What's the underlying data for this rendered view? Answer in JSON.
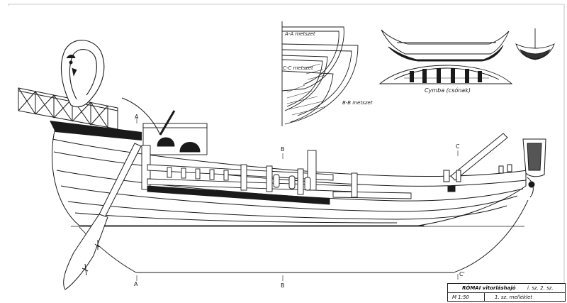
{
  "diagram": {
    "section_labels": {
      "aa": "A-A metszet",
      "cc": "C-C metszet",
      "bb": "B-B metszet"
    },
    "boat_caption": "Cymba (csónak)",
    "cut_marks": {
      "a_top": "A",
      "a_bottom": "A",
      "b_top": "B",
      "b_bottom": "B",
      "c_top": "C",
      "c_bottom": "C'"
    },
    "title_block": {
      "title": "RÓMAI vitorláshajó",
      "period": "i. sz. 2. sz.",
      "scale": "M 1:50",
      "sheet": "1. sz. melléklet"
    },
    "colors": {
      "ink": "#1a1a1a",
      "paper": "#ffffff"
    }
  }
}
